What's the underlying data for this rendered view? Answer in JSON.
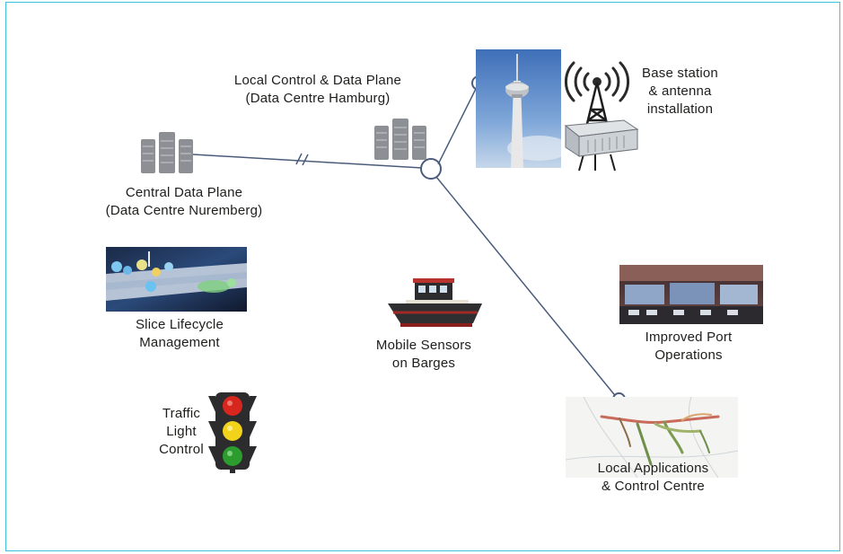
{
  "labels": {
    "local_control": [
      "Local Control & Data Plane",
      "(Data Centre Hamburg)"
    ],
    "central_plane": [
      "Central Data Plane",
      "(Data Centre Nuremberg)"
    ],
    "base_station": [
      "Base station",
      "& antenna",
      "installation"
    ],
    "slice_lifecycle": [
      "Slice Lifecycle",
      "Management"
    ],
    "mobile_sensors": [
      "Mobile Sensors",
      "on Barges"
    ],
    "port_operations": [
      "Improved Port",
      "Operations"
    ],
    "traffic_light": [
      "Traffic",
      "Light",
      "Control"
    ],
    "local_apps": [
      "Local Applications",
      "& Control Centre"
    ]
  },
  "icons": [
    "server-rack-icon",
    "tv-tower-photo",
    "antenna-icon",
    "base-station-box-icon",
    "barge-icon",
    "traffic-light-icon"
  ],
  "colors": {
    "frame": "#3cc0dc",
    "water": "#6fbfe3",
    "land": "#ece7dd",
    "connection_line": "#4a5c7a",
    "traffic_red": "#d7261e",
    "traffic_yellow": "#f2d21b",
    "traffic_green": "#2d9c2e"
  }
}
